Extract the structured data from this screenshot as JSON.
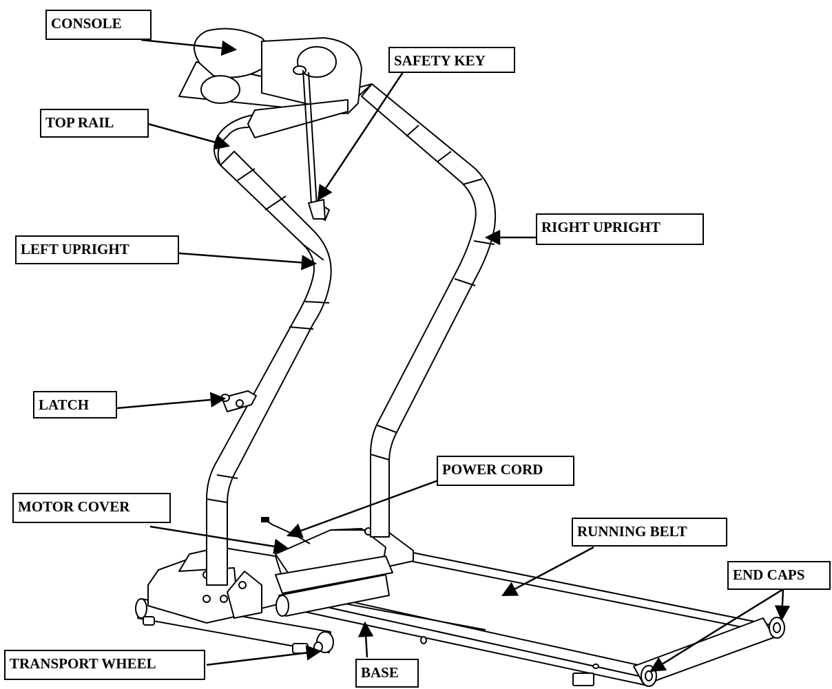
{
  "labels": {
    "console": "CONSOLE",
    "safety_key": "SAFETY KEY",
    "top_rail": "TOP RAIL",
    "right_upright": "RIGHT UPRIGHT",
    "left_upright": "LEFT UPRIGHT",
    "latch": "LATCH",
    "power_cord": "POWER CORD",
    "motor_cover": "MOTOR COVER",
    "running_belt": "RUNNING BELT",
    "end_caps": "END CAPS",
    "transport_wheel": "TRANSPORT WHEEL",
    "base": "BASE"
  },
  "colors": {
    "line": "#000000",
    "fill": "#ffffff"
  }
}
